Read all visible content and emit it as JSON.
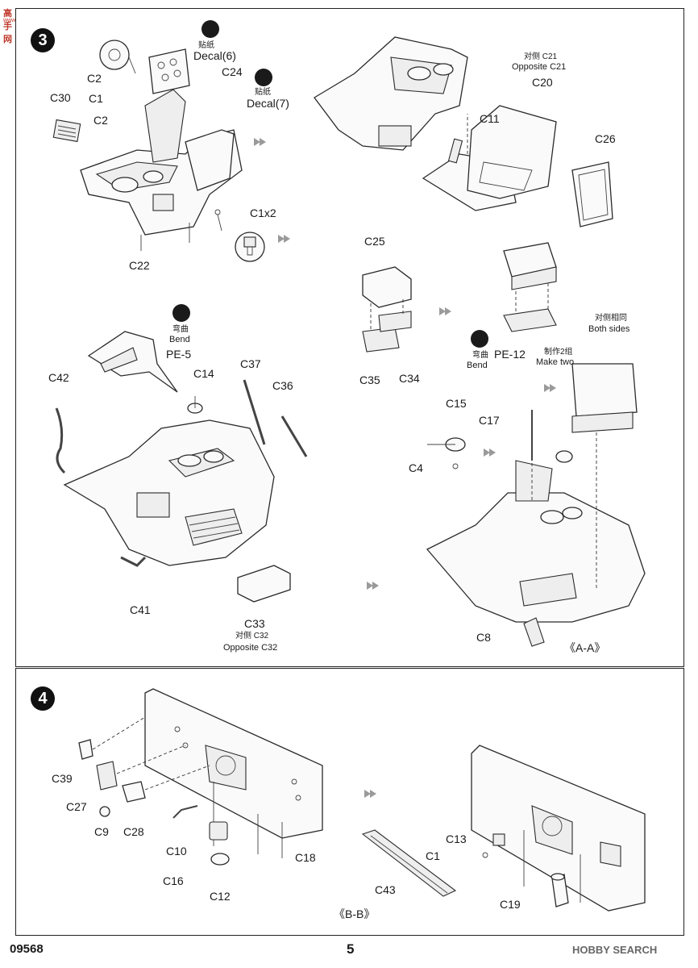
{
  "watermark": {
    "text": "高手网",
    "sub": "www.ganshou.com"
  },
  "step3": {
    "number": "3",
    "labels": {
      "c30": "C30",
      "c2a": "C2",
      "c1a": "C1",
      "c2b": "C2",
      "c24": "C24",
      "c22": "C22",
      "c1x2": "C1x2",
      "decal6_cn": "贴纸",
      "decal6_en": "Decal(6)",
      "decal7_cn": "贴纸",
      "decal7_en": "Decal(7)",
      "opp_c21_cn": "对侧 C21",
      "opp_c21_en": "Opposite C21",
      "c20": "C20",
      "c11": "C11",
      "c26": "C26",
      "c25": "C25",
      "c35": "C35",
      "c34": "C34",
      "pe12": "PE-12",
      "bend2_cn": "弯曲",
      "bend2_en": "Bend",
      "make2_cn": "制作2组",
      "make2_en": "Make two",
      "both_cn": "对侧相同",
      "both_en": "Both sides",
      "bend1_cn": "弯曲",
      "bend1_en": "Bend",
      "pe5": "PE-5",
      "c14": "C14",
      "c37": "C37",
      "c36": "C36",
      "c42": "C42",
      "c41": "C41",
      "c33": "C33",
      "opp_c32_cn": "对侧 C32",
      "opp_c32_en": "Opposite C32",
      "c15": "C15",
      "c17": "C17",
      "c4": "C4",
      "c8": "C8",
      "section_aa": "《A-A》"
    }
  },
  "step4": {
    "number": "4",
    "labels": {
      "c39": "C39",
      "c27": "C27",
      "c28": "C28",
      "c9": "C9",
      "c10": "C10",
      "c16": "C16",
      "c12": "C12",
      "c18": "C18",
      "c43": "C43",
      "c13": "C13",
      "c1": "C1",
      "c19": "C19",
      "section_bb": "《B-B》"
    }
  },
  "footer": {
    "code": "09568",
    "page": "5",
    "brand": "HOBBY SEARCH"
  }
}
